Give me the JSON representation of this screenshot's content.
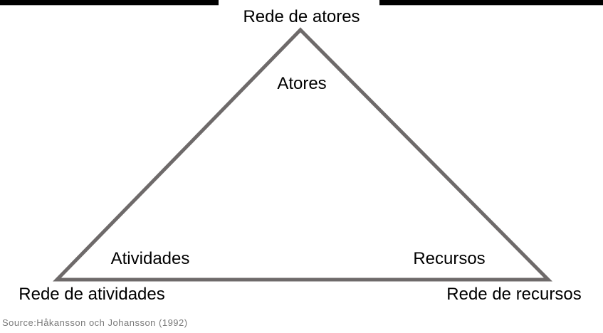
{
  "slide": {
    "triangle": {
      "apex_label": "Rede de atores",
      "inner_top_label": "Atores",
      "inner_left_label": "Atividades",
      "inner_right_label": "Recursos",
      "bottom_left_label": "Rede de atividades",
      "bottom_right_label": "Rede de recursos"
    },
    "source_note": "Source:Håkansson och Johansson (1992)",
    "colors": {
      "triangle_stroke": "#6e6a6a",
      "top_bar": "#000000",
      "top_bar_divider": "#b5b5b5",
      "label_text": "#000000",
      "source_text": "#7a7a7a",
      "background": "#ffffff"
    }
  }
}
